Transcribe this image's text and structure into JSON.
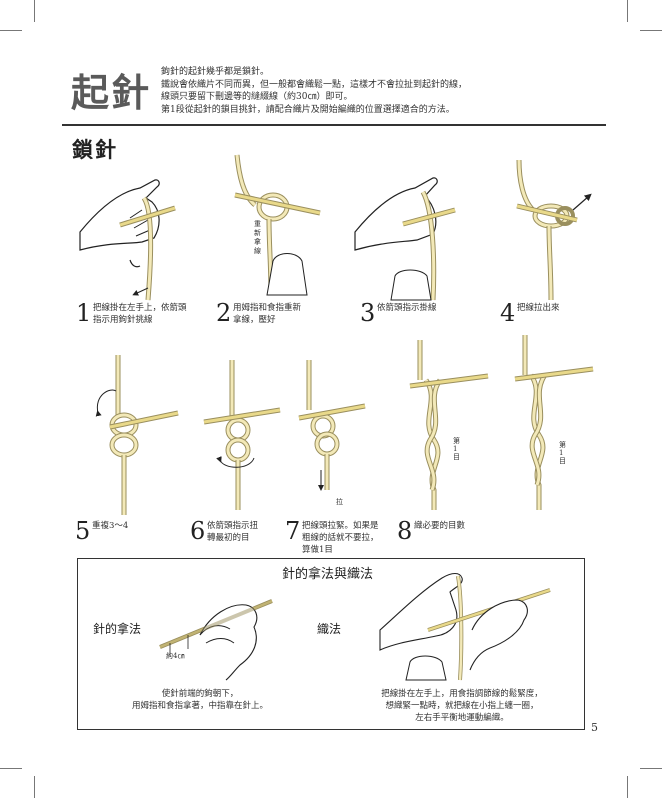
{
  "title": "起針",
  "intro": [
    "鉤針的起針幾乎都是鎖針。",
    "鐵說會依織片不同而異，但一般都會織鬆一點，這樣才不會拉扯到起針的線，",
    "線頭只要留下刪邊等的縫綴線（約30㎝）即可。",
    "第1段從起針的鎖目挑針，請配合織片及開始編織的位置選擇適合的方法。"
  ],
  "section": "鎖針",
  "steps": [
    {
      "num": "1",
      "text": [
        "把線掛在左手上，依箭頭",
        "指示用鉤針挑線"
      ]
    },
    {
      "num": "2",
      "text": [
        "用姆指和食指重新",
        "拿線，壓好"
      ]
    },
    {
      "num": "3",
      "text": [
        "依箭頭指示掛線"
      ]
    },
    {
      "num": "4",
      "text": [
        "把線拉出來"
      ]
    },
    {
      "num": "5",
      "text": [
        "重複3〜4"
      ]
    },
    {
      "num": "6",
      "text": [
        "依箭頭指示扭",
        "轉最初的目"
      ]
    },
    {
      "num": "7",
      "text": [
        "把線頭拉緊。如果是",
        "粗線的話就不要拉，",
        "算做1目"
      ]
    },
    {
      "num": "8",
      "text": [
        "織必要的目數"
      ]
    }
  ],
  "annotations": {
    "regrab": "重新拿線",
    "pull": "拉",
    "first_stitch_a": "第1目",
    "first_stitch_b": "第1目",
    "approx": "約4㎝"
  },
  "box": {
    "title": "針的拿法與織法",
    "hold_label": "針的拿法",
    "knit_label": "織法",
    "hold_caption": [
      "使針前端的鉤朝下，",
      "用姆指和食指拿著，中指靠在針上。"
    ],
    "knit_caption": [
      "把線掛在左手上，用食指調節線的鬆緊度，",
      "想織緊一點時，就把線在小指上纏一圈，",
      "左右手平衡地運動編織。"
    ]
  },
  "page_number": "5",
  "colors": {
    "yarn": "#f3e9b8",
    "yarn_outline": "#9a8f5e",
    "hook": "#e9d98a",
    "rule": "#333333"
  }
}
